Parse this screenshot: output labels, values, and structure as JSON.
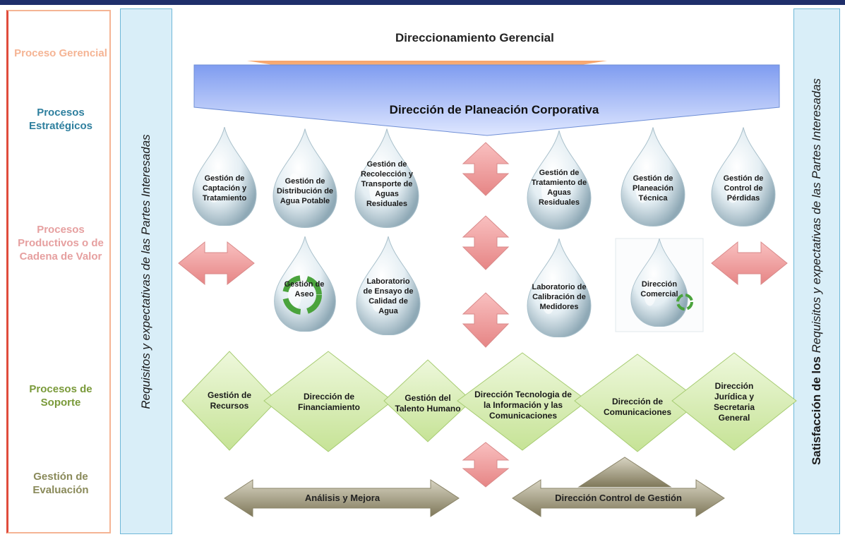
{
  "stages": [
    {
      "label": "Proceso Gerencial",
      "color": "#f5b494"
    },
    {
      "label": "Procesos Estratégicos",
      "color": "#2e7f9e"
    },
    {
      "label": "Procesos Productivos o de Cadena de Valor",
      "color": "#e6a0a0"
    },
    {
      "label": "Procesos de Soporte",
      "color": "#7a9a3a"
    },
    {
      "label": "Gestión de Evaluación",
      "color": "#8a8a5a"
    }
  ],
  "bands": {
    "left": "Requisitos y expectativas de las Partes Interesadas",
    "right_prefix": "Satisfacción de los ",
    "right_italic": "Requisitos y expectativas de las Partes Interesadas"
  },
  "top": {
    "direccionamiento": "Direccionamiento Gerencial",
    "planeacion": "Dirección de Planeación Corporativa"
  },
  "drops_row1": [
    "Gestión de Captación y Tratamiento",
    "Gestión de Distribución de Agua Potable",
    "Gestión de Recolección y Transporte de Aguas Residuales",
    "Gestión de Tratamiento de Aguas Residuales",
    "Gestión de Planeación Técnica",
    "Gestión de Control de Pérdidas"
  ],
  "drops_row2": [
    "Gestión de Aseo",
    "Laboratorio de Ensayo de Calidad de Agua",
    "Laboratorio de Calibración de Medidores",
    "Dirección Comercial"
  ],
  "support": [
    "Gestión de Recursos",
    "Dirección de Financiamiento",
    "Gestión del Talento Humano",
    "Dirección Tecnologia de la Información y las Comunicaciones",
    "Dirección de Comunicaciones",
    "Dirección Jurídica y Secretaria General"
  ],
  "evaluation": {
    "left": "Análisis y Mejora",
    "right": "Dirección Control de Gestión"
  },
  "colors": {
    "top_band": "#1f2f6b",
    "blue_band": "#d9eef8",
    "orange_chevron": "#f7b98a",
    "blue_chevron": "#9fb7ee",
    "pink_arrow": "#f2a3a3",
    "green_diamond": "#d6ecb0",
    "olive_arrow": "#9a9478"
  }
}
